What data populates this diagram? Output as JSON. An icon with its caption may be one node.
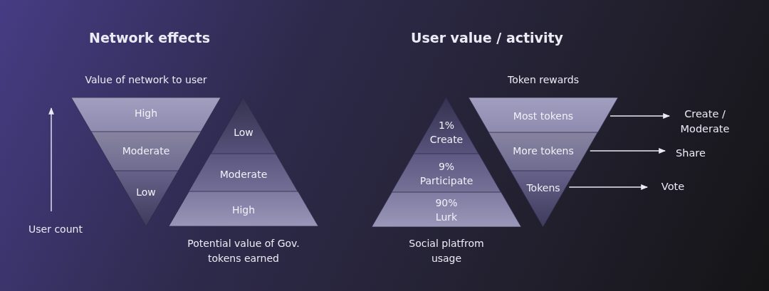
{
  "diagram": {
    "nodes": [
      {
        "text": [
          "High"
        ]
      },
      {
        "text": [
          "Moderate"
        ]
      },
      {
        "text": [
          "Low"
        ]
      },
      {
        "text": [
          "Low"
        ]
      },
      {
        "text": [
          "Moderate"
        ]
      },
      {
        "text": [
          "High"
        ]
      },
      {
        "text": [
          "1%",
          "Create"
        ]
      },
      {
        "text": [
          "9%",
          "Participate"
        ]
      },
      {
        "text": [
          "90%",
          "Lurk"
        ]
      },
      {
        "text": [
          "Most tokens"
        ]
      },
      {
        "text": [
          "More tokens"
        ]
      },
      {
        "text": [
          "Tokens"
        ]
      },
      {
        "text": [
          "Create / Moderate"
        ]
      },
      {
        "text": [
          "Share"
        ]
      },
      {
        "text": [
          "Vote"
        ]
      }
    ],
    "edges": [
      {
        "from": 9,
        "to": 12,
        "arrow": "to"
      },
      {
        "from": 10,
        "to": 13,
        "arrow": "to"
      },
      {
        "from": 11,
        "to": 14,
        "arrow": "to"
      }
    ],
    "labels": [
      "Network effects",
      "User value / activity",
      "Value of network to user",
      "Token rewards",
      "User count",
      "Potential value of Gov. tokens earned",
      "Social platfrom usage"
    ]
  }
}
